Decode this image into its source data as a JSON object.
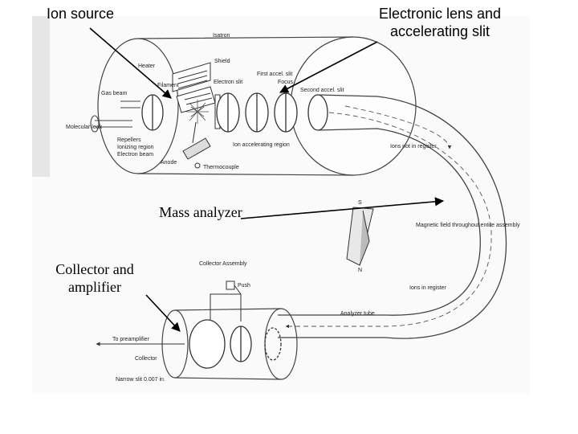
{
  "callouts": {
    "ion_source": "Ion source",
    "lens_slit": "Electronic lens and accelerating slit",
    "mass_analyzer": "Mass analyzer",
    "collector_amp": "Collector and amplifier"
  },
  "figure_labels": {
    "isatron": "Isatron",
    "heater": "Heater",
    "shield": "Shield",
    "filament": "Filament",
    "electron_slit": "Electron slit",
    "first_accel_slit": "First accel. slit",
    "focus": "Focus",
    "second_accel_slit": "Second accel. slit",
    "gas_beam": "Gas beam",
    "molecular_leak": "Molecular leak",
    "repellers": "Repellers",
    "ionizing_region": "Ionizing region",
    "electron_beam": "Electron beam",
    "anode": "Anode",
    "thermocouple": "Thermocouple",
    "ion_accelerating_region": "Ion accelerating region",
    "ions_not_in_register": "Ions not in register",
    "magnetic_field": "Magnetic field throughout entire assembly",
    "collector_assembly": "Collector Assembly",
    "push": "Push",
    "ions_in_register": "Ions in register",
    "analyzer_tube": "Analyzer tube",
    "to_preamplifier": "To preamplifier",
    "collector": "Collector",
    "narrow_slit": "Narrow slit 0.007 in.",
    "pole_s": "S",
    "pole_n": "N"
  }
}
